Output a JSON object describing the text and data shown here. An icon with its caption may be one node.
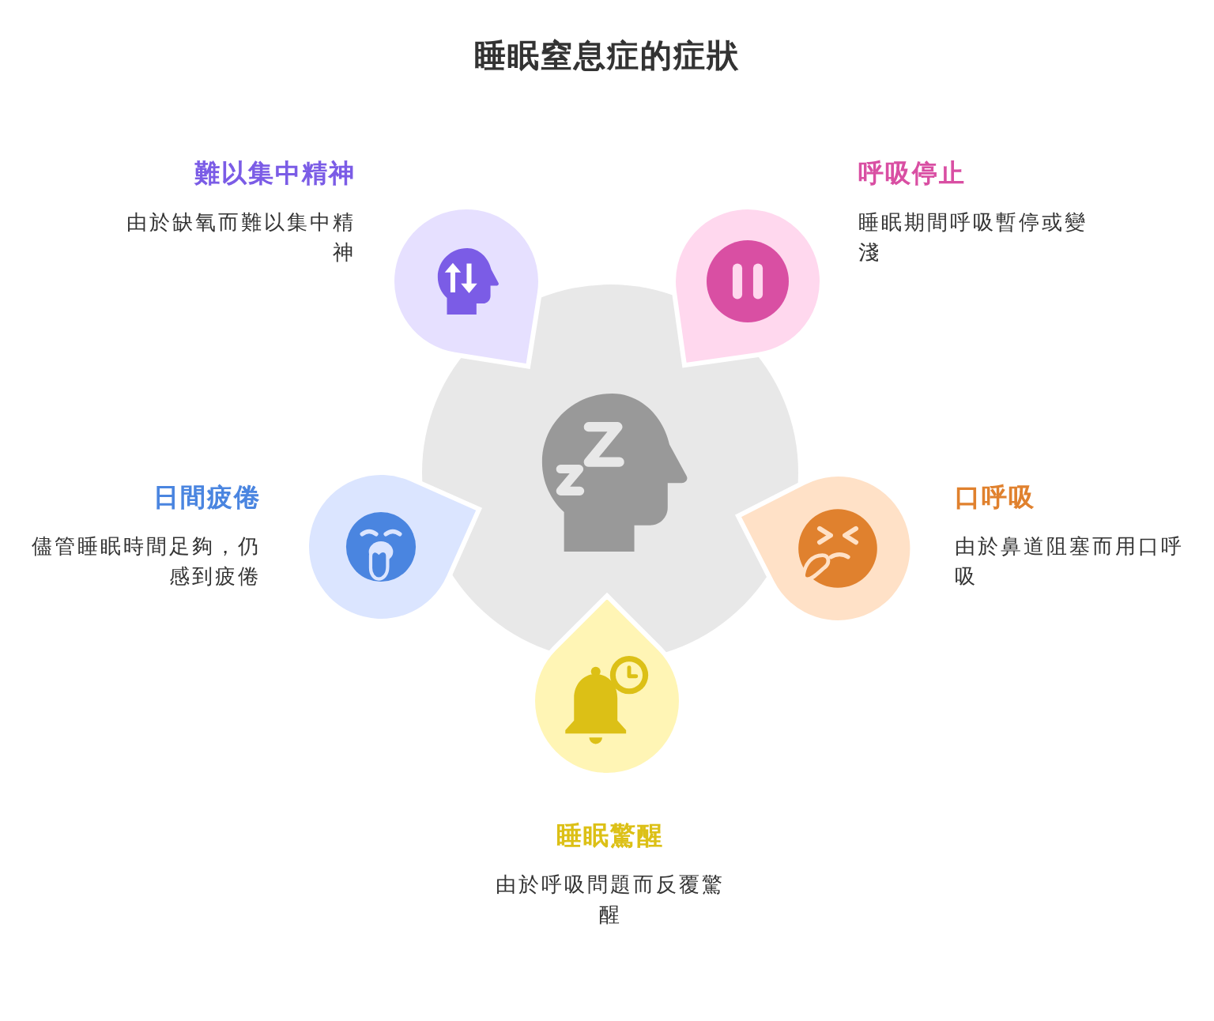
{
  "diagram": {
    "title": "睡眠窒息症的症狀",
    "nodes": [
      {
        "text": [],
        "shape": "circle"
      },
      {
        "text": [
          "難以集中精神",
          "由於缺氧而難以集中精神"
        ]
      },
      {
        "text": [
          "呼吸停止",
          "睡眠期間呼吸暫停或變淺"
        ]
      },
      {
        "text": [
          "口呼吸",
          "由於鼻道阻塞而用口呼吸"
        ]
      },
      {
        "text": [
          "睡眠驚醒",
          "由於呼吸問題而反覆驚醒"
        ]
      },
      {
        "text": [
          "日間疲倦",
          "儘管睡眠時間足夠，仍感到疲倦"
        ]
      }
    ]
  }
}
